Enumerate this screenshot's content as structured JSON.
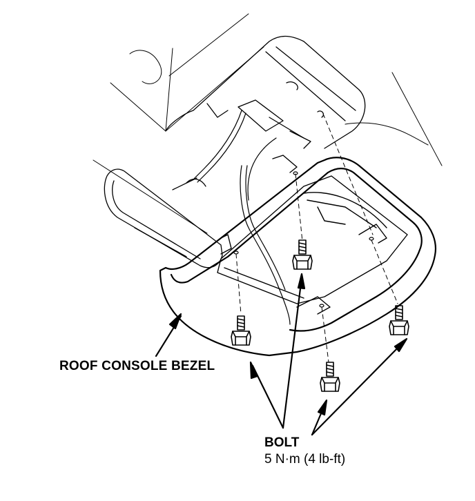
{
  "labels": {
    "bezel": "ROOF CONSOLE BEZEL",
    "bolt": "BOLT",
    "torque": "5 N·m (4 lb-ft)"
  },
  "colors": {
    "line": "#000000",
    "background": "#ffffff"
  }
}
